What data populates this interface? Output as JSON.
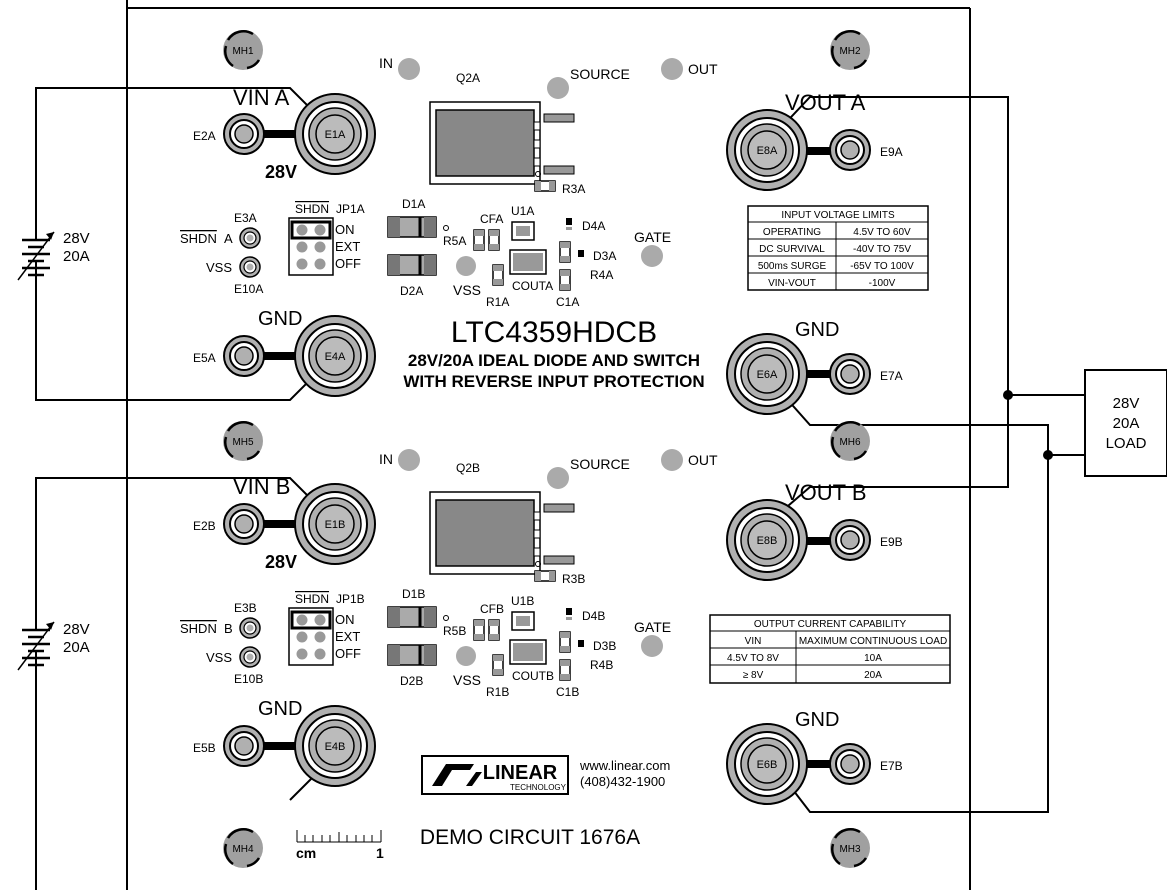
{
  "board": {
    "title": "LTC4359HDCB",
    "subtitle1": "28V/20A IDEAL DIODE AND SWITCH",
    "subtitle2": "WITH REVERSE INPUT PROTECTION",
    "demo_label": "DEMO CIRCUIT 1676A",
    "website": "www.linear.com",
    "phone": "(408)432-1900",
    "logo_text": "LINEAR",
    "logo_sub": "TECHNOLOGY",
    "scale_unit": "cm",
    "scale_value": "1"
  },
  "mounting_holes": [
    "MH1",
    "MH2",
    "MH3",
    "MH4",
    "MH5",
    "MH6"
  ],
  "channel_a": {
    "vin_label": "VIN A",
    "vin_value": "28V",
    "vout_label": "VOUT A",
    "gnd_in_label": "GND",
    "gnd_out_label": "GND",
    "terminals": {
      "e1": "E1A",
      "e2": "E2A",
      "e3": "E3A",
      "e4": "E4A",
      "e5": "E5A",
      "e6": "E6A",
      "e7": "E7A",
      "e8": "E8A",
      "e9": "E9A",
      "e10": "E10A"
    },
    "shdn_label": "SHDN",
    "shdn_suffix": "A",
    "vss_label": "VSS",
    "jumper": "JP1A",
    "jumper_shdn": "SHDN",
    "jumper_opts": [
      "ON",
      "EXT",
      "OFF"
    ],
    "tp_in": "IN",
    "tp_source": "SOURCE",
    "tp_out": "OUT",
    "tp_gate": "GATE",
    "tp_vss": "VSS",
    "parts": {
      "q": "Q2A",
      "r3": "R3A",
      "d1": "D1A",
      "d2": "D2A",
      "r5": "R5A",
      "cf": "CFA",
      "u1": "U1A",
      "d4": "D4A",
      "d3": "D3A",
      "r4": "R4A",
      "r1": "R1A",
      "cout": "COUTA",
      "c1": "C1A"
    }
  },
  "channel_b": {
    "vin_label": "VIN B",
    "vin_value": "28V",
    "vout_label": "VOUT B",
    "gnd_in_label": "GND",
    "gnd_out_label": "GND",
    "terminals": {
      "e1": "E1B",
      "e2": "E2B",
      "e3": "E3B",
      "e4": "E4B",
      "e5": "E5B",
      "e6": "E6B",
      "e7": "E7B",
      "e8": "E8B",
      "e9": "E9B",
      "e10": "E10B"
    },
    "shdn_label": "SHDN",
    "shdn_suffix": "B",
    "vss_label": "VSS",
    "jumper": "JP1B",
    "jumper_shdn": "SHDN",
    "jumper_opts": [
      "ON",
      "EXT",
      "OFF"
    ],
    "tp_in": "IN",
    "tp_source": "SOURCE",
    "tp_out": "OUT",
    "tp_gate": "GATE",
    "tp_vss": "VSS",
    "parts": {
      "q": "Q2B",
      "r3": "R3B",
      "d1": "D1B",
      "d2": "D2B",
      "r5": "R5B",
      "cf": "CFB",
      "u1": "U1B",
      "d4": "D4B",
      "d3": "D3B",
      "r4": "R4B",
      "r1": "R1B",
      "cout": "COUTB",
      "c1": "C1B"
    }
  },
  "sources": [
    {
      "voltage": "28V",
      "current": "20A"
    },
    {
      "voltage": "28V",
      "current": "20A"
    }
  ],
  "load": {
    "line1": "28V",
    "line2": "20A",
    "line3": "LOAD"
  },
  "input_voltage_table": {
    "title": "INPUT VOLTAGE LIMITS",
    "rows": [
      [
        "OPERATING",
        "4.5V TO 60V"
      ],
      [
        "DC SURVIVAL",
        "-40V TO 75V"
      ],
      [
        "500ms SURGE",
        "-65V TO 100V"
      ],
      [
        "VIN-VOUT",
        "-100V"
      ]
    ]
  },
  "output_current_table": {
    "title": "OUTPUT CURRENT CAPABILITY",
    "header": [
      "VIN",
      "MAXIMUM CONTINUOUS LOAD"
    ],
    "rows": [
      [
        "4.5V TO 8V",
        "10A"
      ],
      [
        "≥ 8V",
        "20A"
      ]
    ]
  }
}
